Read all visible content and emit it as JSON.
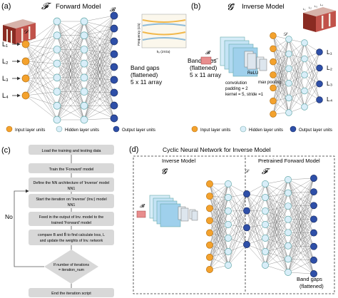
{
  "panel_a": {
    "label": "(a)",
    "model_symbol": "𝓕",
    "title": "Forward Model",
    "input_symbol": "𝒟",
    "output_symbol": "𝓑",
    "inputs": [
      "L₁",
      "L₂",
      "L₃",
      "L₄"
    ],
    "output_text": [
      "Band gaps",
      "(flattened)",
      "5 x 11 array"
    ],
    "inset_ylabel": "Frequency (c/a)",
    "inset_xlabel": "kₓ (2π/a)"
  },
  "panel_b": {
    "label": "(b)",
    "model_symbol": "𝓖̂",
    "title": "Inverse Model",
    "input_symbol": "𝓑",
    "output_symbol": "𝒟",
    "input_text": [
      "Band gaps",
      "(flattened)",
      "5 x 11 array"
    ],
    "conv_text": [
      "convolution",
      "padding = 2",
      "kernel = 5, stride =1"
    ],
    "relu": "ReLU",
    "maxpool": "max pooling",
    "outputs": [
      "L₁",
      "L₂",
      "L₃",
      "L₄"
    ],
    "cube_labels": [
      "L₁",
      "L₂",
      "L₃",
      "L₄"
    ]
  },
  "legend": {
    "input": "Input layer units",
    "hidden": "Hidden layer units",
    "output": "Output layer units"
  },
  "colors": {
    "input": "#f4a22d",
    "hidden": "#d9eef9",
    "output": "#2e4fa8",
    "box": "#d8d8d8",
    "cube_face": "#b8453a"
  },
  "panel_c": {
    "label": "(c)",
    "steps": [
      "Load the training and testing data",
      "Train the 'Forward' model",
      "Define the NN architecture of 'Inverse' model",
      "NN1",
      "Start the iteration on 'Inverse' (Inv.) model",
      "NN1",
      "Feed in the output of Inv. model to the",
      "trained 'Forward' model",
      "compare B and B̂ to find calculate loss, L",
      "and update the weights of Inv. network",
      "If number of iterations",
      "= iteration_num",
      "End the iteration script"
    ],
    "no_label": "No"
  },
  "panel_d": {
    "label": "(d)",
    "title": "Cyclic Neural Network for Inverse Model",
    "inverse_label": "Inverse Model",
    "forward_label": "Pretrained Forward Model",
    "inv_symbol": "𝓖̂",
    "fwd_symbol": "𝓕",
    "input_symbol": "𝓑",
    "mid_symbol": "𝒟",
    "output_text": [
      "Band gaps",
      "(flattened)"
    ]
  }
}
